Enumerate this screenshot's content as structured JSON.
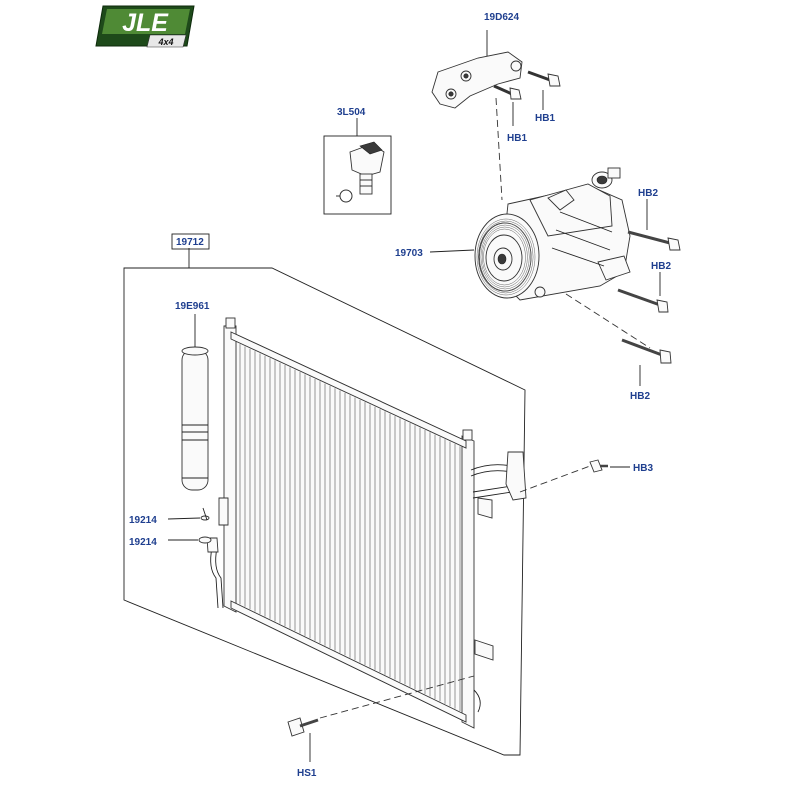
{
  "logo": {
    "brand": "JLE",
    "sub": "4x4",
    "colors": {
      "green_dark": "#1e4a1a",
      "green_light": "#4f8a35",
      "text": "#ffffff"
    }
  },
  "labels": {
    "bracket": "19D624",
    "hb1_upper": "HB1",
    "hb1_lower": "HB1",
    "sensor": "3L504",
    "hb2_top": "HB2",
    "compressor": "19703",
    "hb2_mid": "HB2",
    "condenser_kit": "19712",
    "drier": "19E961",
    "hb2_bottom": "HB2",
    "hb3": "HB3",
    "oring_1": "19214",
    "oring_2": "19214",
    "hs1": "HS1"
  },
  "colors": {
    "label": "#1f3f8f",
    "line": "#222222"
  }
}
